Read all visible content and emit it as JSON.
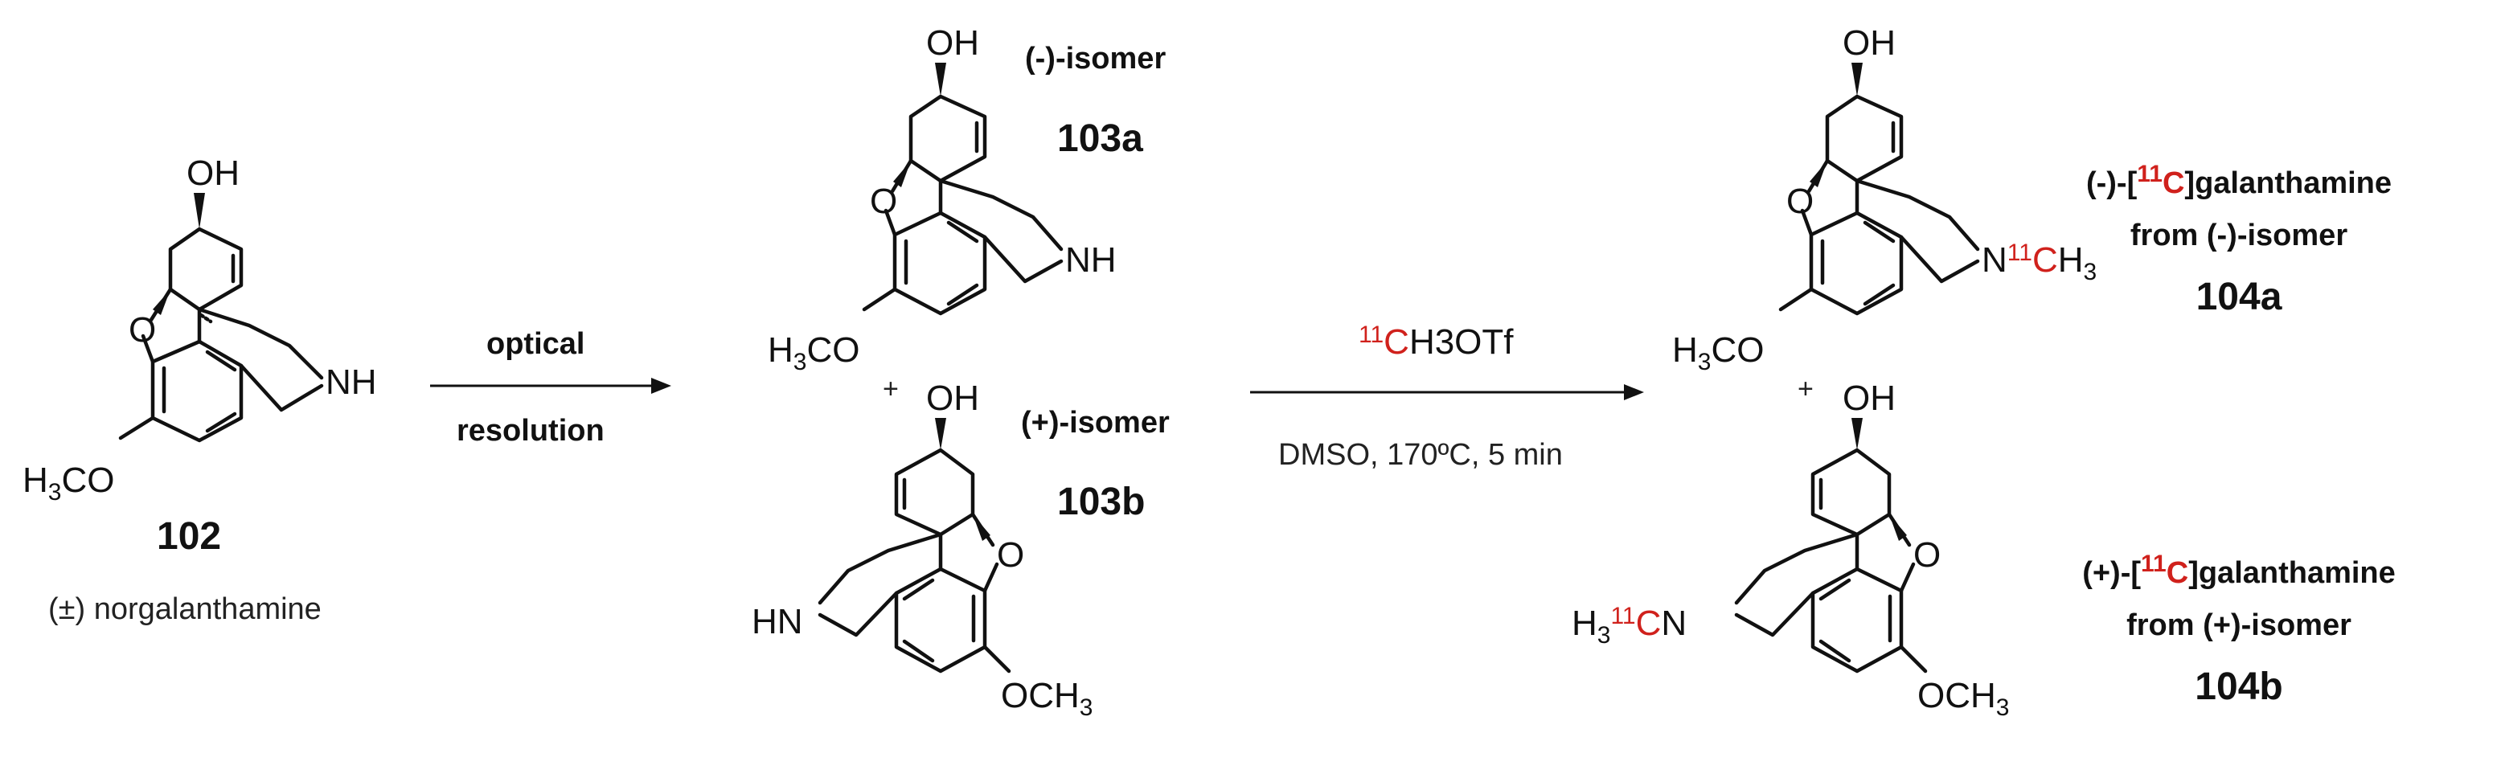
{
  "atoms": {
    "OH": "OH",
    "O": "O",
    "NH": "NH",
    "HN": "HN",
    "N": "N",
    "H": "H",
    "C": "C",
    "CO": "CO",
    "CH": "CH",
    "H3_sub": "3",
    "isotope": "11",
    "OCH": "OCH"
  },
  "compound_102": {
    "number": "102",
    "name": "(±) norgalanthamine"
  },
  "step1": {
    "top_label": "optical",
    "bottom_label": "resolution"
  },
  "compound_103a": {
    "isomer": "(-)-isomer",
    "number": "103a"
  },
  "compound_103b": {
    "isomer": "(+)-isomer",
    "number": "103b"
  },
  "plus": "+",
  "step2": {
    "reagent_rest": "H3OTf",
    "reagent_c": "C",
    "reagent_iso": "11",
    "conditions": "DMSO, 170ºC, 5 min"
  },
  "compound_104a": {
    "name_prefix": "(-)-[",
    "iso": "11",
    "c": "C",
    "name_suffix": "]galanthamine",
    "from": "from (-)-isomer",
    "number": "104a"
  },
  "compound_104b": {
    "name_prefix": "(+)-[",
    "iso": "11",
    "c": "C",
    "name_suffix": "]galanthamine",
    "from": "from (+)-isomer",
    "number": "104b"
  },
  "colors": {
    "isotope_label": "#d0211c",
    "ink": "#111111"
  }
}
